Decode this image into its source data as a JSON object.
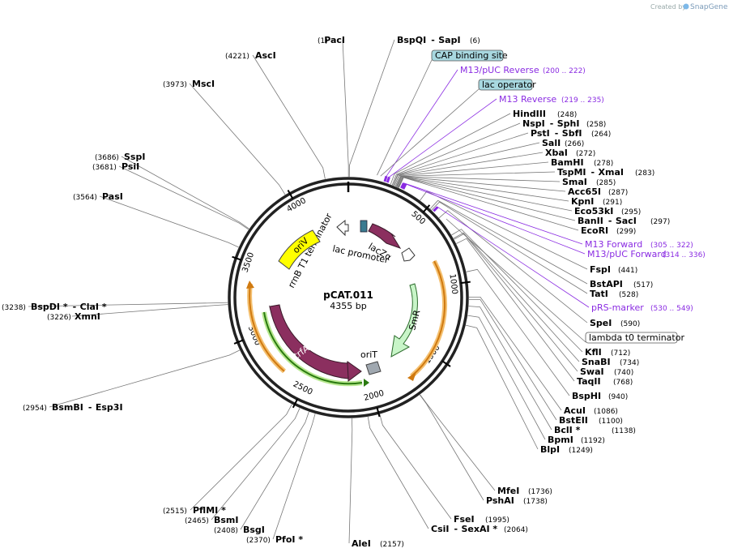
{
  "credit": {
    "prefix": "Created by",
    "brand": "SnapGene"
  },
  "plasmid": {
    "name": "pCAT.011",
    "length_label": "4355 bp",
    "length": 4355
  },
  "ticks": [
    "500",
    "1000",
    "1500",
    "2000",
    "2500",
    "3000",
    "3500",
    "4000"
  ],
  "sites": [
    {
      "name": "PacI",
      "pos": "(1)",
      "bp": 1
    },
    {
      "name": "BspQI",
      "name2": "SapI",
      "pos": "(6)",
      "bp": 6
    },
    {
      "name": "HindIII",
      "pos": "(248)",
      "bp": 248
    },
    {
      "name": "NspI",
      "name2": "SphI",
      "pos": "(258)",
      "bp": 258
    },
    {
      "name": "PstI",
      "name2": "SbfI",
      "pos": "(264)",
      "bp": 264
    },
    {
      "name": "SalI",
      "pos": "(266)",
      "bp": 266
    },
    {
      "name": "XbaI",
      "pos": "(272)",
      "bp": 272
    },
    {
      "name": "BamHI",
      "pos": "(278)",
      "bp": 278
    },
    {
      "name": "TspMI",
      "name2": "XmaI",
      "pos": "(283)",
      "bp": 283
    },
    {
      "name": "SmaI",
      "pos": "(285)",
      "bp": 285
    },
    {
      "name": "Acc65I",
      "pos": "(287)",
      "bp": 287
    },
    {
      "name": "KpnI",
      "pos": "(291)",
      "bp": 291
    },
    {
      "name": "Eco53kI",
      "pos": "(295)",
      "bp": 295
    },
    {
      "name": "BanII",
      "name2": "SacI",
      "pos": "(297)",
      "bp": 297
    },
    {
      "name": "EcoRI",
      "pos": "(299)",
      "bp": 299
    },
    {
      "name": "FspI",
      "pos": "(441)",
      "bp": 441
    },
    {
      "name": "BstAPI",
      "pos": "(517)",
      "bp": 517
    },
    {
      "name": "TatI",
      "pos": "(528)",
      "bp": 528
    },
    {
      "name": "SpeI",
      "pos": "(590)",
      "bp": 590
    },
    {
      "name": "KflI",
      "pos": "(712)",
      "bp": 712
    },
    {
      "name": "SnaBI",
      "pos": "(734)",
      "bp": 734
    },
    {
      "name": "SwaI",
      "pos": "(740)",
      "bp": 740
    },
    {
      "name": "TaqII",
      "pos": "(768)",
      "bp": 768
    },
    {
      "name": "BspHI",
      "pos": "(940)",
      "bp": 940
    },
    {
      "name": "AcuI",
      "pos": "(1086)",
      "bp": 1086
    },
    {
      "name": "BstEII",
      "pos": "(1100)",
      "bp": 1100
    },
    {
      "name": "BclI *",
      "pos": "(1138)",
      "bp": 1138
    },
    {
      "name": "BpmI",
      "pos": "(1192)",
      "bp": 1192
    },
    {
      "name": "BlpI",
      "pos": "(1249)",
      "bp": 1249
    },
    {
      "name": "MfeI",
      "pos": "(1736)",
      "bp": 1736
    },
    {
      "name": "PshAI",
      "pos": "(1738)",
      "bp": 1738
    },
    {
      "name": "FseI",
      "pos": "(1995)",
      "bp": 1995
    },
    {
      "name": "CsiI",
      "name2": "SexAI *",
      "pos": "(2064)",
      "bp": 2064
    },
    {
      "name": "AleI",
      "pos": "(2157)",
      "bp": 2157
    },
    {
      "name": "PfoI *",
      "pos": "(2370)",
      "bp": 2370
    },
    {
      "name": "BsgI",
      "pos": "(2408)",
      "bp": 2408
    },
    {
      "name": "BsmI",
      "pos": "(2465)",
      "bp": 2465
    },
    {
      "name": "PflMI *",
      "pos": "(2515)",
      "bp": 2515
    },
    {
      "name": "BsmBI",
      "name2": "Esp3I",
      "pos": "(2954)",
      "bp": 2954
    },
    {
      "name": "XmnI",
      "pos": "(3226)",
      "bp": 3226
    },
    {
      "name": "BspDI *",
      "name2": "ClaI *",
      "pos": "(3238)",
      "bp": 3238
    },
    {
      "name": "PasI",
      "pos": "(3564)",
      "bp": 3564
    },
    {
      "name": "PsiI",
      "pos": "(3681)",
      "bp": 3681
    },
    {
      "name": "SspI",
      "pos": "(3686)",
      "bp": 3686
    },
    {
      "name": "MscI",
      "pos": "(3973)",
      "bp": 3973
    },
    {
      "name": "AscI",
      "pos": "(4221)",
      "bp": 4221
    }
  ],
  "primers": [
    {
      "name": "M13/pUC Reverse",
      "pos": "(200 .. 222)",
      "bp": 211
    },
    {
      "name": "M13 Reverse",
      "pos": "(219 .. 235)",
      "bp": 227
    },
    {
      "name": "M13 Forward",
      "pos": "(305 .. 322)",
      "bp": 313
    },
    {
      "name": "M13/pUC Forward",
      "pos": "(314 .. 336)",
      "bp": 325
    },
    {
      "name": "pRS-marker",
      "pos": "(530 .. 549)",
      "bp": 540
    }
  ],
  "boxed_features": [
    {
      "name": "CAP binding site",
      "color": "#a8d8e0",
      "bp": 160
    },
    {
      "name": "lac operator",
      "color": "#a8d8e0",
      "bp": 180
    },
    {
      "name": "lambda t0 terminator",
      "color": "#ffffff",
      "bp": 620
    }
  ],
  "features": [
    {
      "name": "lacZα",
      "color": "#8b2f5f"
    },
    {
      "name": "lac promoter",
      "color": "#ffffff"
    },
    {
      "name": "rrnB T1 terminator",
      "color": "#ffffff"
    },
    {
      "name": "oriV",
      "color": "#ffff00"
    },
    {
      "name": "SmR",
      "color": "#c8f5c8"
    },
    {
      "name": "trfA",
      "color": "#8b2f5f"
    },
    {
      "name": "oriT",
      "color": "#a0a8b0"
    }
  ]
}
